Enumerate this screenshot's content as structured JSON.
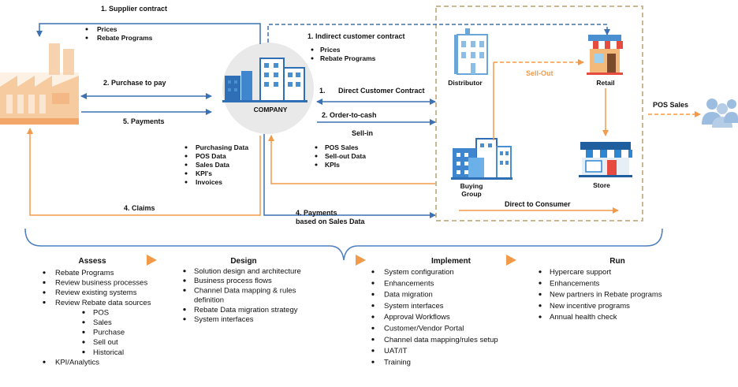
{
  "colors": {
    "blue": "#3b71b4",
    "orange": "#f29a4a",
    "frame": "#c9b890",
    "bracket": "#4f7fc0",
    "icon_blue": "#4a8fd0",
    "gray_circle": "#e9e9e9"
  },
  "nodes": {
    "company": "COMPANY",
    "distributor": "Distributor",
    "retail": "Retail",
    "buying_group_line1": "Buying",
    "buying_group_line2": "Group",
    "store": "Store"
  },
  "icons": {
    "factory": "factory-icon",
    "company": "office-buildings-icon",
    "distributor": "distributor-building-icon",
    "retail": "retail-shop-icon",
    "buying_group": "buying-group-buildings-icon",
    "store": "store-front-icon",
    "consumers": "consumers-group-icon"
  },
  "flows": {
    "supplier_contract": "1. Supplier contract",
    "supplier_bullets": [
      "Prices",
      "Rebate Programs"
    ],
    "purchase_to_pay": "2. Purchase to pay",
    "payments": "5. Payments",
    "indirect_contract": "1. Indirect customer contract",
    "indirect_bullets": [
      "Prices",
      "Rebate Programs"
    ],
    "direct_contract_num": "1.",
    "direct_contract": "Direct Customer Contract",
    "order_to_cash": "2. Order-to-cash",
    "sell_in": "Sell-in",
    "sell_out": "Sell-Out",
    "pos_sales": "POS Sales",
    "direct_to_consumer": "Direct to Consumer",
    "claims": "4. Claims",
    "payments_sales_line1": "4. Payments",
    "payments_sales_line2": "based on Sales Data",
    "company_data": [
      "Purchasing Data",
      "POS Data",
      "Sales Data",
      "KPI's",
      "Invoices"
    ],
    "partner_data": [
      "POS Sales",
      "Sell-out Data",
      "KPIs"
    ]
  },
  "phases": [
    {
      "title": "Assess",
      "items": [
        {
          "text": "Rebate Programs",
          "level": 1
        },
        {
          "text": "Review business processes",
          "level": 1
        },
        {
          "text": "Review existing systems",
          "level": 1
        },
        {
          "text": "Review Rebate data sources",
          "level": 1
        },
        {
          "text": "POS",
          "level": 2
        },
        {
          "text": "Sales",
          "level": 2
        },
        {
          "text": "Purchase",
          "level": 2
        },
        {
          "text": "Sell out",
          "level": 2
        },
        {
          "text": "Historical",
          "level": 2
        },
        {
          "text": "KPI/Analytics",
          "level": 1
        }
      ]
    },
    {
      "title": "Design",
      "items": [
        {
          "text": "Solution design and architecture",
          "level": 1
        },
        {
          "text": "Business process flows",
          "level": 1
        },
        {
          "text": "Channel Data mapping & rules",
          "level": 1
        },
        {
          "text": "definition",
          "level": 0
        },
        {
          "text": "Rebate Data migration strategy",
          "level": 1
        },
        {
          "text": "System interfaces",
          "level": 1
        }
      ]
    },
    {
      "title": "Implement",
      "items": [
        {
          "text": "System configuration",
          "level": 1
        },
        {
          "text": "Enhancements",
          "level": 1
        },
        {
          "text": "Data migration",
          "level": 1
        },
        {
          "text": "System interfaces",
          "level": 1
        },
        {
          "text": "Approval Workflows",
          "level": 1
        },
        {
          "text": "Customer/Vendor Portal",
          "level": 1
        },
        {
          "text": "Channel data mapping/rules setup",
          "level": 1
        },
        {
          "text": "UAT/IT",
          "level": 1
        },
        {
          "text": "Training",
          "level": 1
        }
      ]
    },
    {
      "title": "Run",
      "items": [
        {
          "text": "Hypercare support",
          "level": 1
        },
        {
          "text": "Enhancements",
          "level": 1
        },
        {
          "text": "New partners in Rebate programs",
          "level": 1
        },
        {
          "text": "New incentive programs",
          "level": 1
        },
        {
          "text": "Annual health check",
          "level": 1
        }
      ]
    }
  ]
}
